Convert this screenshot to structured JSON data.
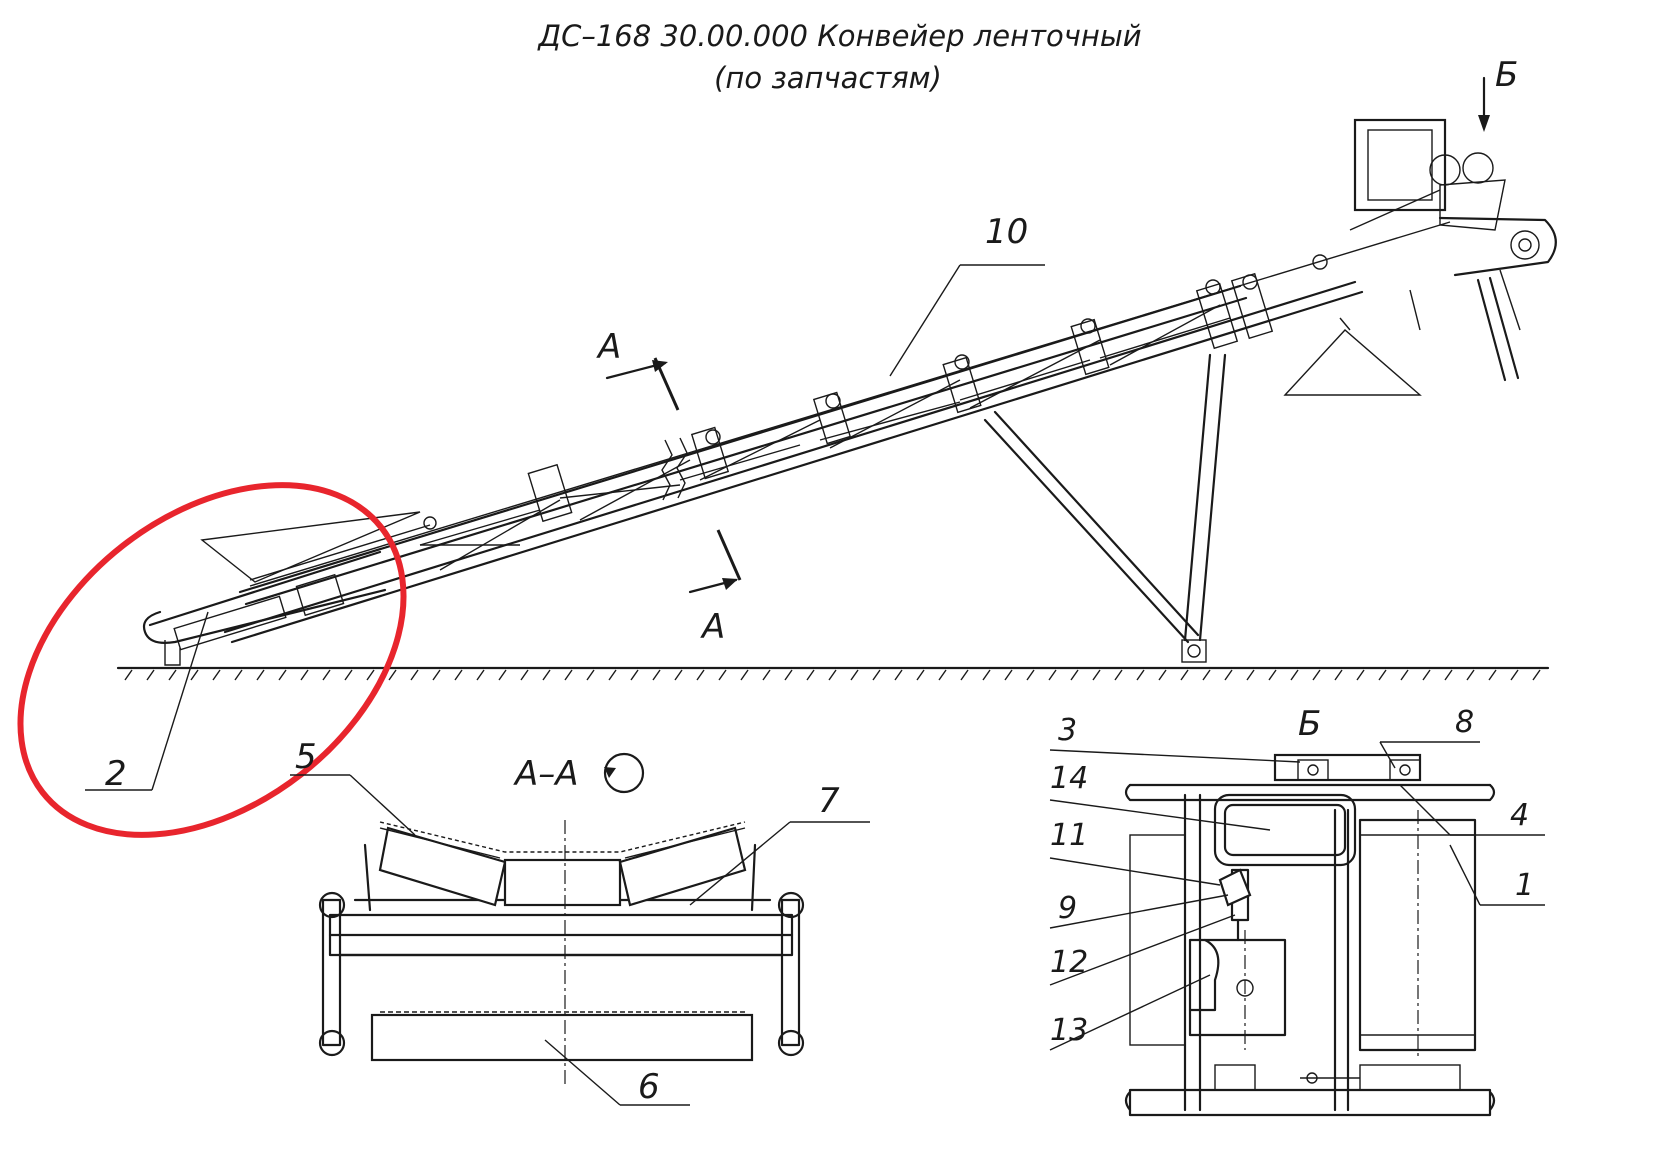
{
  "title": {
    "line1": "ДС–168 30.00.000 Конвейер ленточный",
    "line2": "(по запчастям)"
  },
  "views": {
    "section_a_top": "А",
    "section_a_bottom": "А",
    "view_b_arrow": "Б",
    "section_aa": "А–А",
    "view_b_title": "Б"
  },
  "callouts": {
    "c1": "1",
    "c2": "2",
    "c3": "3",
    "c4": "4",
    "c5": "5",
    "c6": "6",
    "c7": "7",
    "c8": "8",
    "c9": "9",
    "c10": "10",
    "c11": "11",
    "c12": "12",
    "c13": "13",
    "c14": "14"
  },
  "highlight_color": "#e8252d"
}
